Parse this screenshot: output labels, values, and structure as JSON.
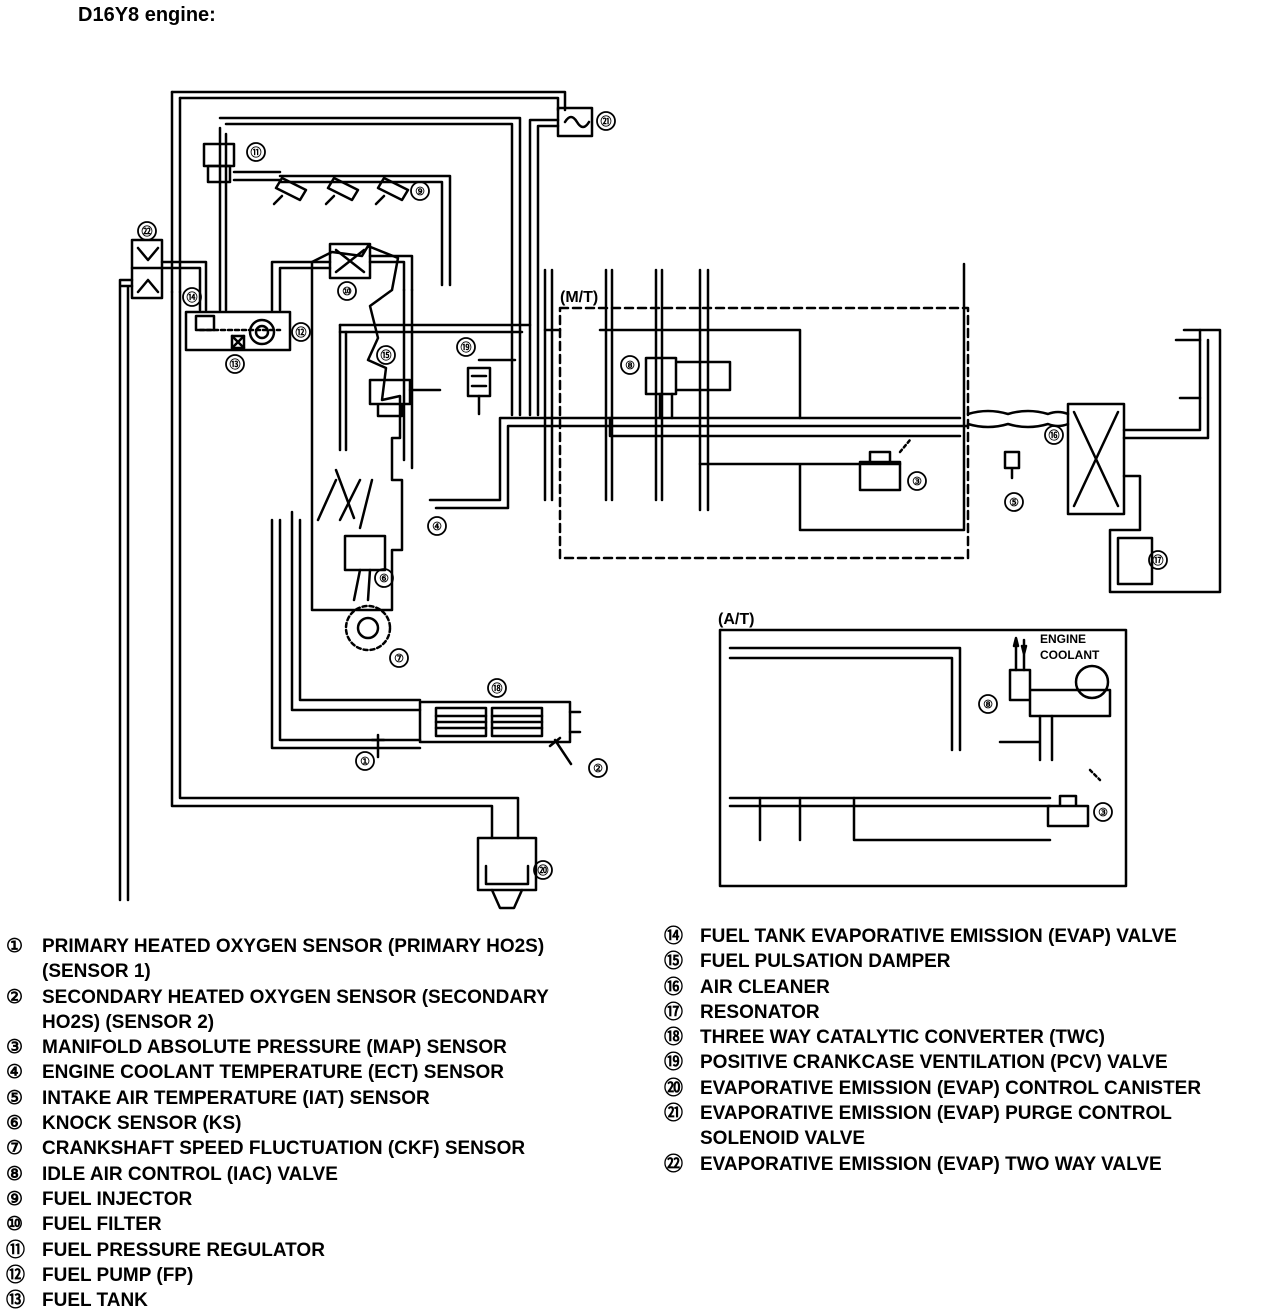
{
  "title": "D16Y8 engine:",
  "diagram": {
    "sections": {
      "mt": "(M/T)",
      "at": "(A/T)"
    },
    "engine_coolant": [
      "ENGINE",
      "COOLANT"
    ],
    "callouts": [
      "①",
      "②",
      "③",
      "④",
      "⑤",
      "⑥",
      "⑦",
      "⑧",
      "⑨",
      "⑩",
      "⑪",
      "⑫",
      "⑬",
      "⑭",
      "⑮",
      "⑯",
      "⑰",
      "⑱",
      "⑲",
      "⑳",
      "㉑",
      "㉒"
    ]
  },
  "legend_left": [
    {
      "num": "①",
      "text": "PRIMARY HEATED OXYGEN SENSOR (PRIMARY HO2S)"
    },
    {
      "num": "",
      "text": "(SENSOR 1)"
    },
    {
      "num": "②",
      "text": "SECONDARY HEATED OXYGEN SENSOR (SECONDARY"
    },
    {
      "num": "",
      "text": "HO2S) (SENSOR 2)"
    },
    {
      "num": "③",
      "text": "MANIFOLD ABSOLUTE PRESSURE (MAP) SENSOR"
    },
    {
      "num": "④",
      "text": "ENGINE COOLANT TEMPERATURE (ECT) SENSOR"
    },
    {
      "num": "⑤",
      "text": "INTAKE AIR TEMPERATURE (IAT) SENSOR"
    },
    {
      "num": "⑥",
      "text": "KNOCK SENSOR (KS)"
    },
    {
      "num": "⑦",
      "text": "CRANKSHAFT SPEED FLUCTUATION (CKF) SENSOR"
    },
    {
      "num": "⑧",
      "text": "IDLE AIR CONTROL (IAC) VALVE"
    },
    {
      "num": "⑨",
      "text": "FUEL INJECTOR"
    },
    {
      "num": "⑩",
      "text": "FUEL FILTER"
    },
    {
      "num": "⑪",
      "text": "FUEL PRESSURE REGULATOR"
    },
    {
      "num": "⑫",
      "text": "FUEL PUMP (FP)"
    },
    {
      "num": "⑬",
      "text": "FUEL TANK"
    }
  ],
  "legend_right": [
    {
      "num": "⑭",
      "text": "FUEL TANK EVAPORATIVE EMISSION (EVAP) VALVE"
    },
    {
      "num": "⑮",
      "text": "FUEL PULSATION DAMPER"
    },
    {
      "num": "⑯",
      "text": "AIR CLEANER"
    },
    {
      "num": "⑰",
      "text": "RESONATOR"
    },
    {
      "num": "⑱",
      "text": "THREE WAY CATALYTIC CONVERTER (TWC)"
    },
    {
      "num": "⑲",
      "text": "POSITIVE CRANKCASE VENTILATION (PCV) VALVE"
    },
    {
      "num": "⑳",
      "text": "EVAPORATIVE EMISSION (EVAP) CONTROL CANISTER"
    },
    {
      "num": "㉑",
      "text": "EVAPORATIVE EMISSION (EVAP) PURGE CONTROL"
    },
    {
      "num": "",
      "text": "SOLENOID VALVE"
    },
    {
      "num": "㉒",
      "text": "EVAPORATIVE EMISSION (EVAP) TWO WAY VALVE"
    }
  ]
}
